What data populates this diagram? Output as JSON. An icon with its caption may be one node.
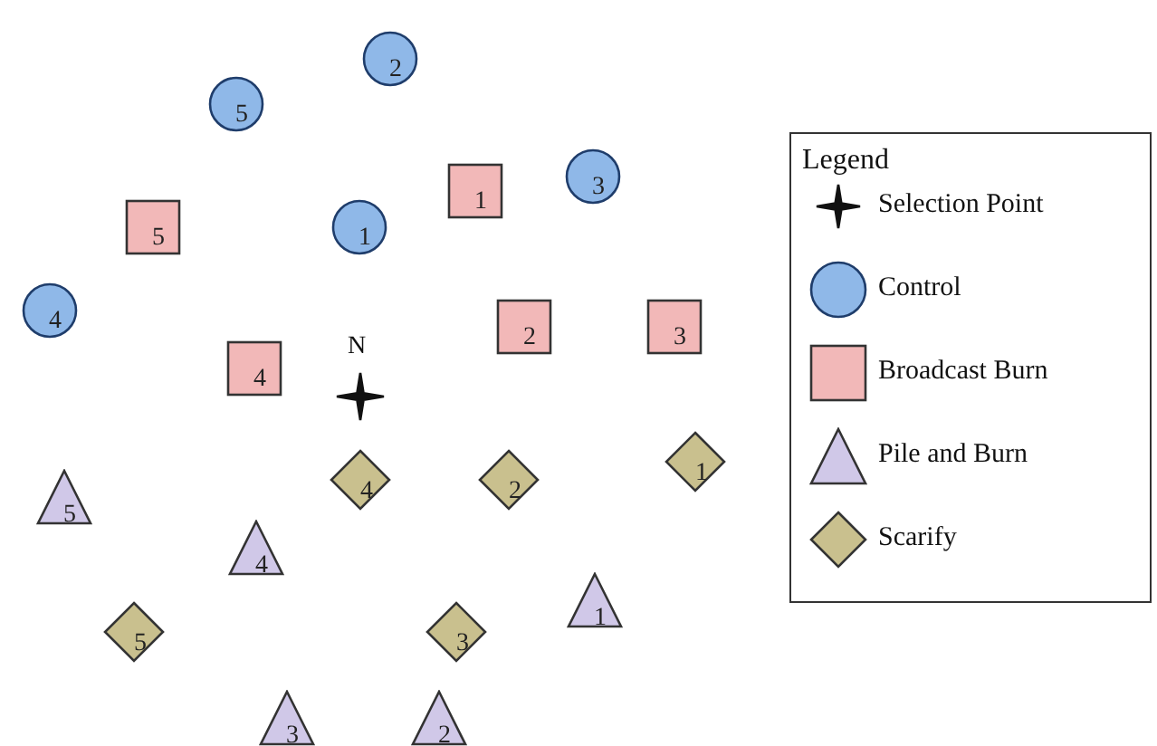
{
  "diagram": {
    "nodes": [
      {
        "text": [
          "2"
        ]
      },
      {
        "text": [
          "5"
        ]
      },
      {
        "text": [
          "3"
        ]
      },
      {
        "text": [
          "1"
        ]
      },
      {
        "text": [
          "1"
        ]
      },
      {
        "text": [
          "5"
        ]
      },
      {
        "text": [
          "4"
        ]
      },
      {
        "text": [
          "2"
        ]
      },
      {
        "text": [
          "3"
        ]
      },
      {
        "text": [
          "4"
        ]
      },
      {
        "text": [
          "1"
        ]
      },
      {
        "text": [
          "4"
        ]
      },
      {
        "text": [
          "2"
        ]
      },
      {
        "text": [
          "5"
        ]
      },
      {
        "text": [
          "4"
        ]
      },
      {
        "text": [
          "1"
        ]
      },
      {
        "text": [
          "5"
        ]
      },
      {
        "text": [
          "3"
        ]
      },
      {
        "text": [
          "3"
        ]
      },
      {
        "text": [
          "2"
        ]
      }
    ],
    "edges": [],
    "labels": [
      "Legend",
      "N"
    ],
    "legend": [
      {
        "text": "Selection Point"
      },
      {
        "text": "Control"
      },
      {
        "text": "Broadcast Burn"
      },
      {
        "text": "Pile and Burn"
      },
      {
        "text": "Scarify"
      }
    ]
  }
}
